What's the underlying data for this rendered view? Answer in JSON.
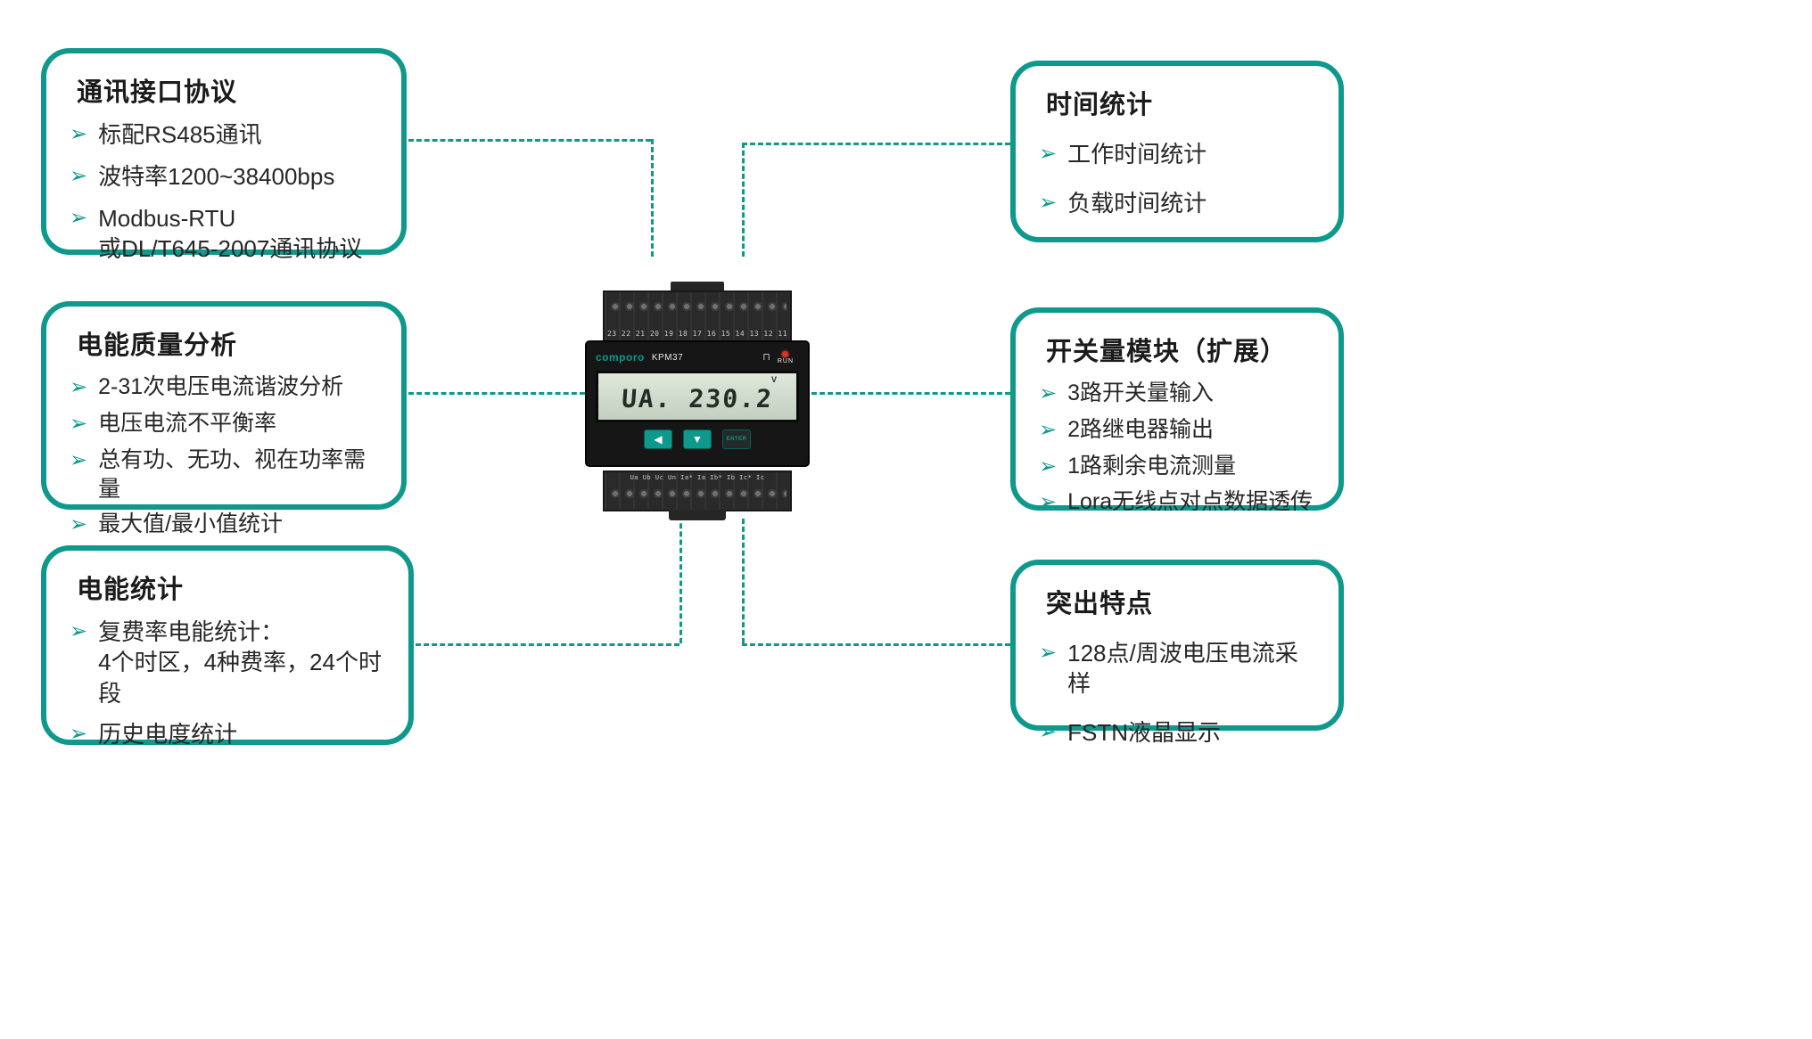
{
  "accent": "#0e998c",
  "icons": {
    "bullet": "➢",
    "arrow_left": "◀",
    "arrow_down": "▼",
    "pulse": "⊓"
  },
  "boxes": {
    "comm": {
      "title": "通讯接口协议",
      "items": [
        "标配RS485通讯",
        "波特率1200~38400bps",
        "Modbus-RTU\n或DL/T645-2007通讯协议"
      ]
    },
    "quality": {
      "title": "电能质量分析",
      "items": [
        "2-31次电压电流谐波分析",
        "电压电流不平衡率",
        "总有功、无功、视在功率需量",
        "最大值/最小值统计"
      ]
    },
    "energy": {
      "title": "电能统计",
      "items": [
        "复费率电能统计：\n4个时区，4种费率，24个时段",
        "历史电度统计"
      ]
    },
    "time": {
      "title": "时间统计",
      "items": [
        "工作时间统计",
        "负载时间统计"
      ]
    },
    "switch": {
      "title": "开关量模块（扩展）",
      "items": [
        "3路开关量输入",
        "2路继电器输出",
        "1路剩余电流测量",
        "Lora无线点对点数据透传"
      ]
    },
    "features": {
      "title": "突出特点",
      "items": [
        "128点/周波电压电流采样",
        "FSTN液晶显示"
      ]
    }
  },
  "device": {
    "brand": "comporo",
    "model": "KPM37",
    "run_label": "RUN",
    "lcd_text": "UA. 230.2",
    "lcd_unit": "V",
    "button_enter": "ENTER",
    "top_terminal_numbers": "23 22 21 20 19 18 17 16 15 14 13 12 11",
    "bottom_terminal_labels": "Ua Ub Uc Un Ia* Ia Ib* Ib Ic* Ic"
  }
}
